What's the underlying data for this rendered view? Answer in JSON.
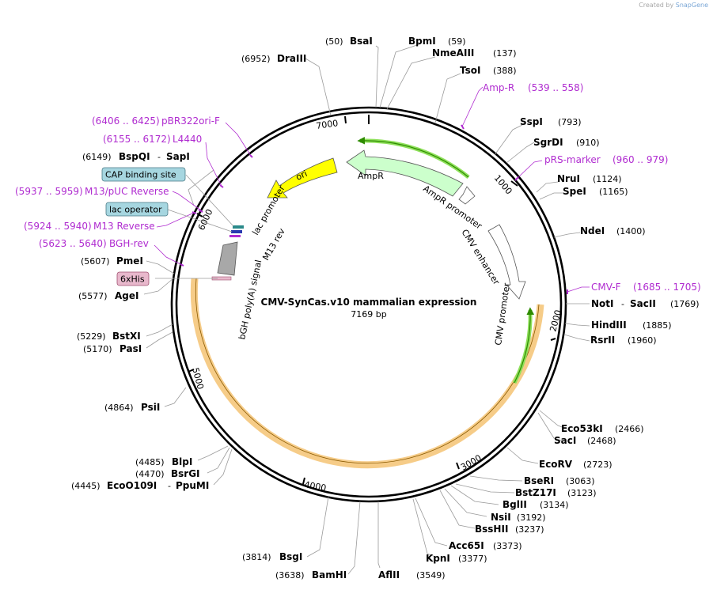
{
  "credit": {
    "prefix": "Created by",
    "brand": "SnapGene"
  },
  "title": "CMV-SynCas.v10 mammalian expression",
  "size": "7169 bp",
  "total_bp": 7169,
  "ticks": [
    "1000",
    "2000",
    "3000",
    "4000",
    "5000",
    "6000",
    "7000"
  ],
  "colors": {
    "primer": "#b02cd0",
    "ori": "#ffff00",
    "ampr": "#ccffcc",
    "orf": "#f5c373",
    "polya": "#a8a8a8"
  },
  "enzymes": [
    {
      "name": "DraIII",
      "pos": "(6952)",
      "bp": 6952
    },
    {
      "name": "BsaI",
      "pos": "(50)",
      "bp": 50
    },
    {
      "name": "BpmI",
      "pos": "(59)",
      "bp": 59
    },
    {
      "name": "NmeAIII",
      "pos": "(137)",
      "bp": 137
    },
    {
      "name": "TsoI",
      "pos": "(388)",
      "bp": 388
    },
    {
      "name": "SspI",
      "pos": "(793)",
      "bp": 793
    },
    {
      "name": "SgrDI",
      "pos": "(910)",
      "bp": 910
    },
    {
      "name": "NruI",
      "pos": "(1124)",
      "bp": 1124
    },
    {
      "name": "SpeI",
      "pos": "(1165)",
      "bp": 1165
    },
    {
      "name": "NdeI",
      "pos": "(1400)",
      "bp": 1400
    },
    {
      "name": "NotI",
      "name2": "SacII",
      "pos": "(1769)",
      "bp": 1769
    },
    {
      "name": "HindIII",
      "pos": "(1885)",
      "bp": 1885
    },
    {
      "name": "RsrII",
      "pos": "(1960)",
      "bp": 1960
    },
    {
      "name": "Eco53kI",
      "pos": "(2466)",
      "bp": 2466
    },
    {
      "name": "SacI",
      "pos": "(2468)",
      "bp": 2468
    },
    {
      "name": "EcoRV",
      "pos": "(2723)",
      "bp": 2723
    },
    {
      "name": "BseRI",
      "pos": "(3063)",
      "bp": 3063
    },
    {
      "name": "BstZ17I",
      "pos": "(3123)",
      "bp": 3123
    },
    {
      "name": "BglII",
      "pos": "(3134)",
      "bp": 3134
    },
    {
      "name": "NsiI",
      "pos": "(3192)",
      "bp": 3192
    },
    {
      "name": "BssHII",
      "pos": "(3237)",
      "bp": 3237
    },
    {
      "name": "Acc65I",
      "pos": "(3373)",
      "bp": 3373
    },
    {
      "name": "KpnI",
      "pos": "(3377)",
      "bp": 3377
    },
    {
      "name": "AflII",
      "pos": "(3549)",
      "bp": 3549
    },
    {
      "name": "BamHI",
      "pos": "(3638)",
      "bp": 3638
    },
    {
      "name": "BsgI",
      "pos": "(3814)",
      "bp": 3814
    },
    {
      "name": "EcoO109I",
      "name2": "PpuMI",
      "pos": "(4445)",
      "bp": 4445
    },
    {
      "name": "BsrGI",
      "pos": "(4470)",
      "bp": 4470
    },
    {
      "name": "BlpI",
      "pos": "(4485)",
      "bp": 4485
    },
    {
      "name": "PsiI",
      "pos": "(4864)",
      "bp": 4864
    },
    {
      "name": "PasI",
      "pos": "(5170)",
      "bp": 5170
    },
    {
      "name": "BstXI",
      "pos": "(5229)",
      "bp": 5229
    },
    {
      "name": "AgeI",
      "pos": "(5577)",
      "bp": 5577
    },
    {
      "name": "PmeI",
      "pos": "(5607)",
      "bp": 5607
    },
    {
      "name": "BspQI",
      "name2": "SapI",
      "pos": "(6149)",
      "bp": 6149
    }
  ],
  "primers": [
    {
      "name": "Amp-R",
      "range": "(539 .. 558)",
      "start": 539
    },
    {
      "name": "pRS-marker",
      "range": "(960 .. 979)",
      "start": 960
    },
    {
      "name": "CMV-F",
      "range": "(1685 .. 1705)",
      "start": 1685
    },
    {
      "name": "BGH-rev",
      "range": "(5623 .. 5640)",
      "start": 5623
    },
    {
      "name": "M13 Reverse",
      "range": "(5924 .. 5940)",
      "start": 5924
    },
    {
      "name": "M13/pUC Reverse",
      "range": "(5937 .. 5959)",
      "start": 5937
    },
    {
      "name": "L4440",
      "range": "(6155 .. 6172)",
      "start": 6155
    },
    {
      "name": "pBR322ori-F",
      "range": "(6406 .. 6425)",
      "start": 6406
    }
  ],
  "boxed_features": [
    {
      "name": "CAP binding site",
      "color": "#a6d6e0"
    },
    {
      "name": "lac operator",
      "color": "#a6d6e0"
    },
    {
      "name": "6xHis",
      "color": "#e8b8cc"
    }
  ],
  "features": [
    {
      "name": "ori",
      "color": "#ffff00"
    },
    {
      "name": "AmpR",
      "color": "#ccffcc"
    },
    {
      "name": "AmpR promoter",
      "color": "#ffffff"
    },
    {
      "name": "CMV enhancer",
      "color": "#ffffff"
    },
    {
      "name": "CMV promoter",
      "color": "#ffffff"
    },
    {
      "name": "lac promoter",
      "color": "#ffffff"
    },
    {
      "name": "M13 rev",
      "color": "#ffffff"
    },
    {
      "name": "bGH poly(A) signal",
      "color": "#a8a8a8"
    }
  ]
}
